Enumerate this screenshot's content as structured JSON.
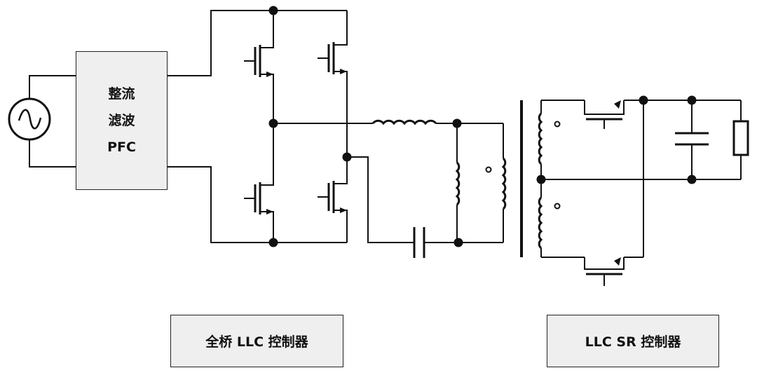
{
  "pfc_block": {
    "lines": [
      "整流",
      "滤波",
      "PFC"
    ]
  },
  "controllers": {
    "full_bridge_llc": "全桥 LLC 控制器",
    "llc_sr": "LLC SR 控制器"
  },
  "colors": {
    "wire": "#111111",
    "box_fill": "#efefef"
  }
}
